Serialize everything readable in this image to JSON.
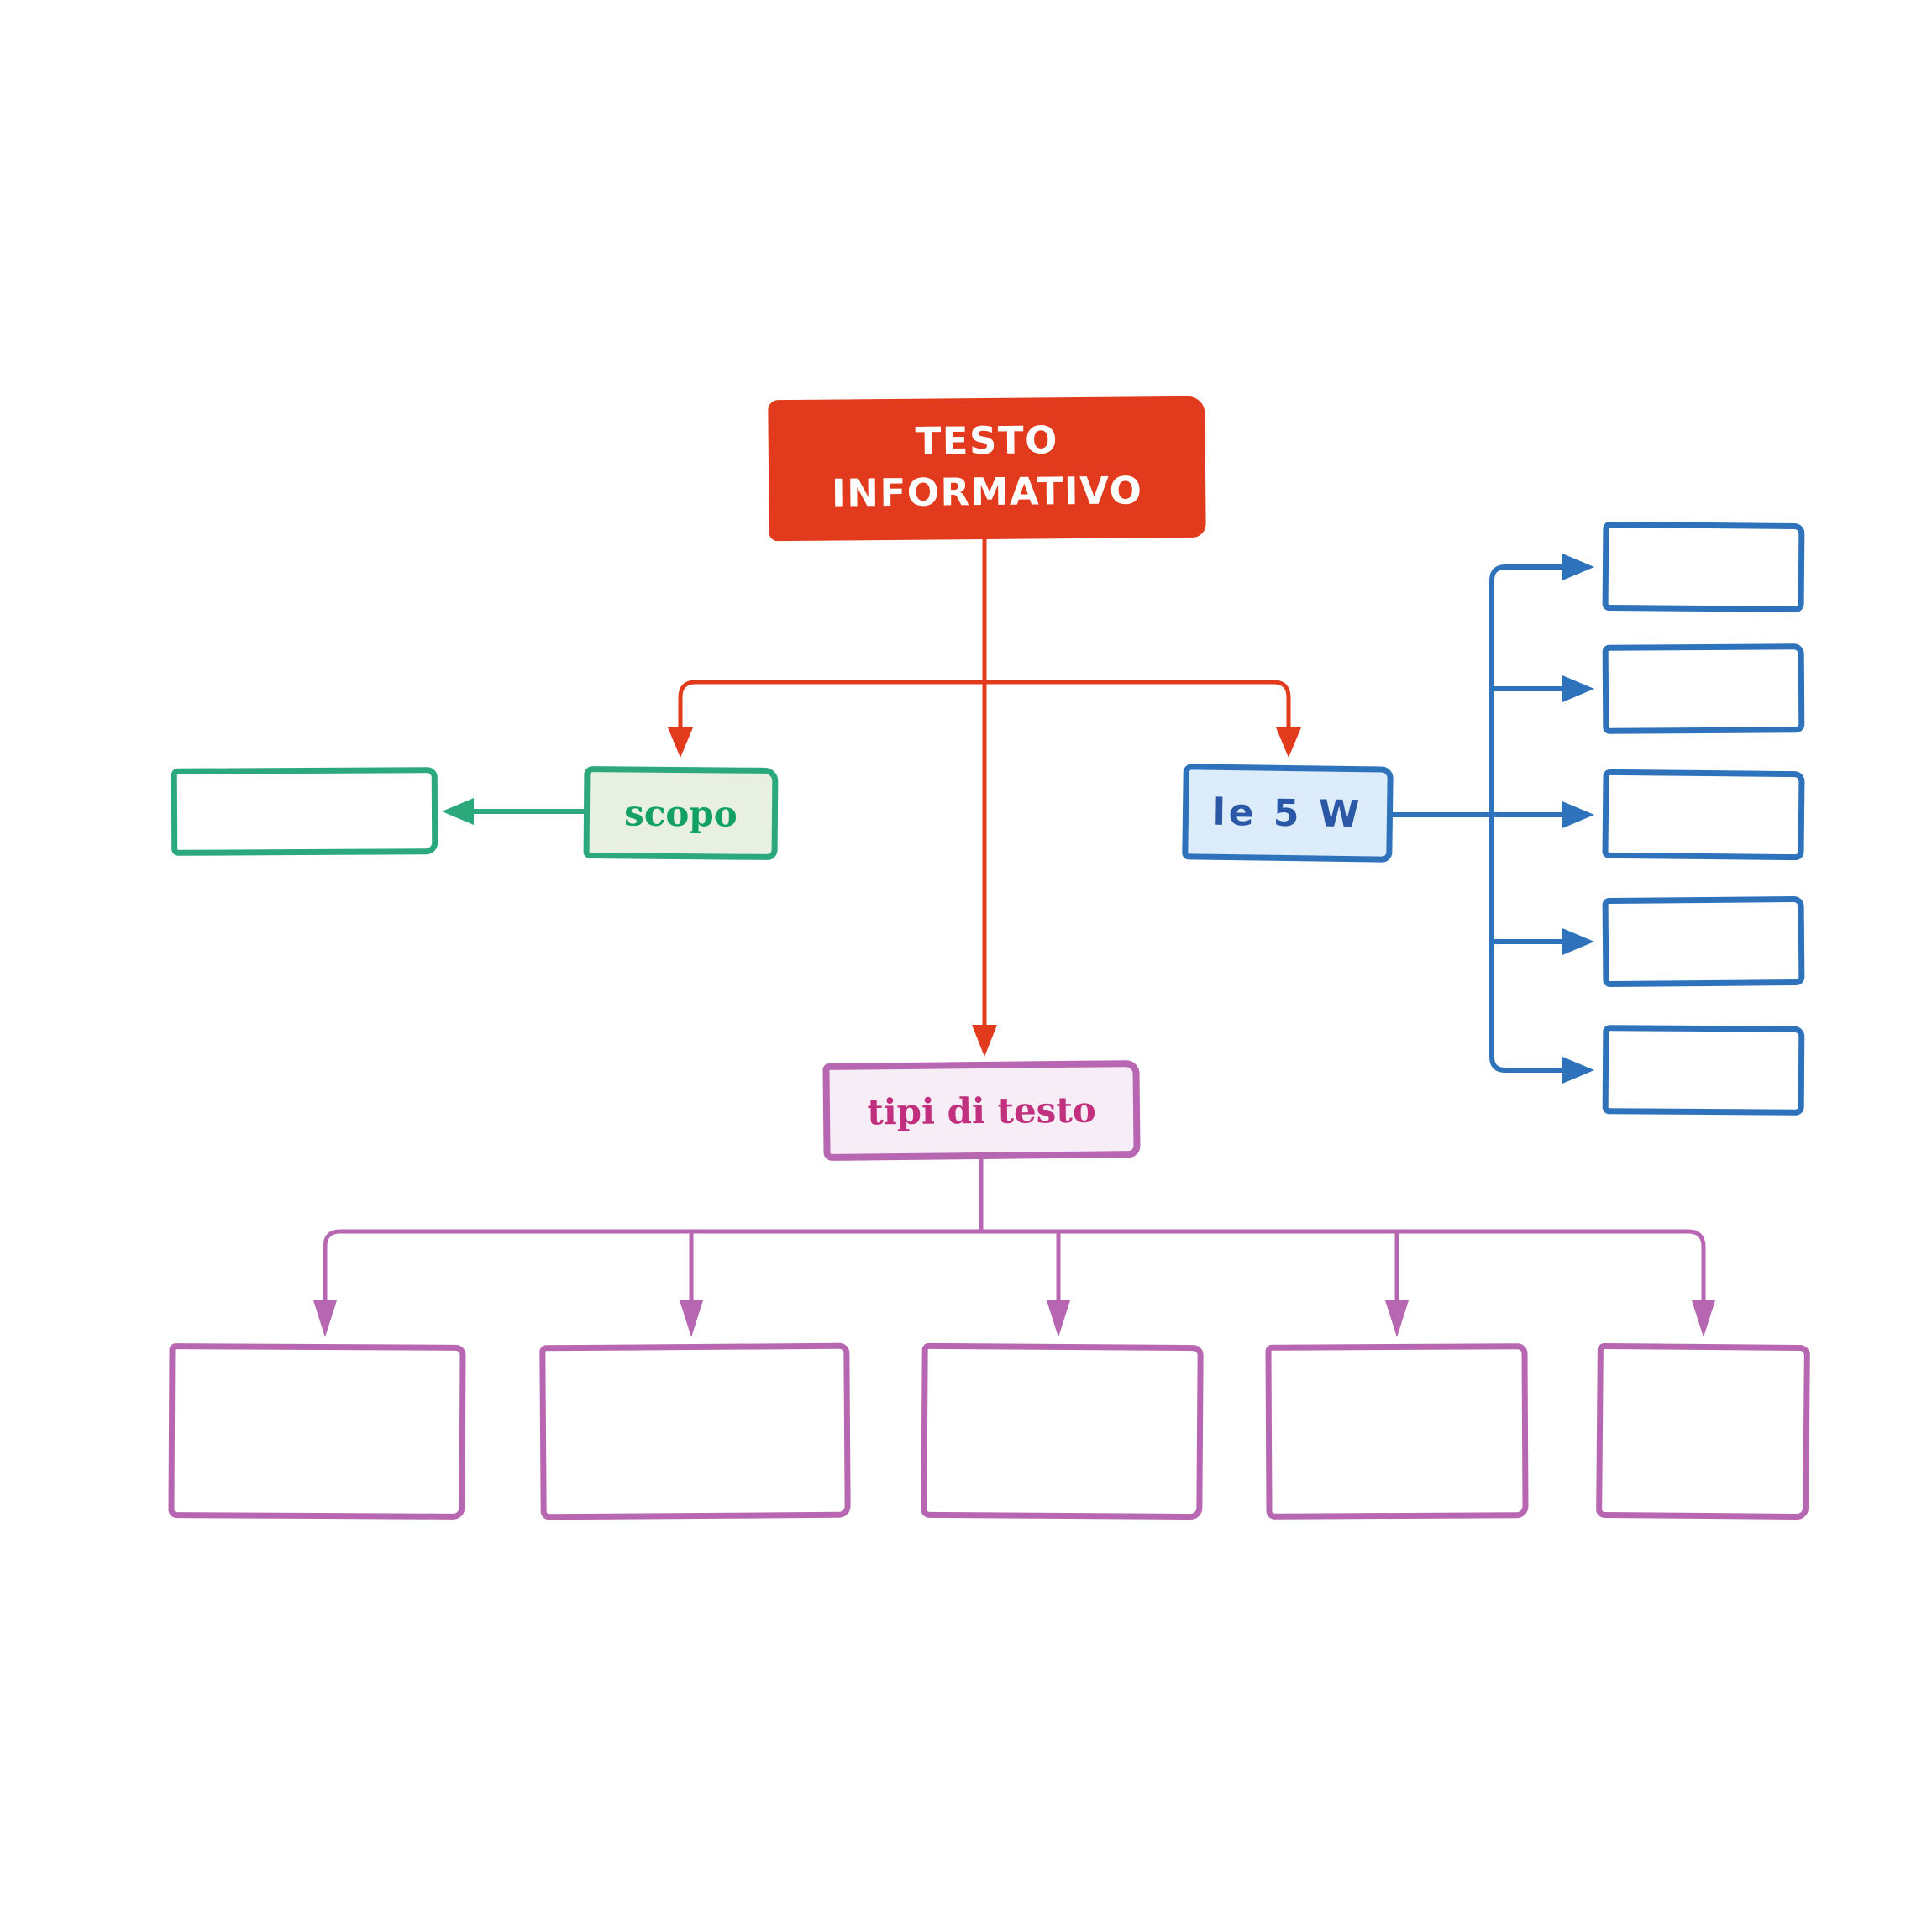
{
  "diagram": {
    "title": {
      "label": "TESTO INFORMATIVO",
      "fill_color": "#e23a1c",
      "text_color": "#ffffff"
    },
    "nodes": {
      "scopo": {
        "label": "scopo",
        "border_color": "#2ba87c",
        "fill_color": "#e8f0e1",
        "text_color": "#12a066",
        "empty_child_boxes": 1
      },
      "le5w": {
        "label": "le 5 W",
        "border_color": "#2e72bb",
        "fill_color": "#dcecfa",
        "text_color": "#2b57a7",
        "empty_child_boxes": 5
      },
      "tipi": {
        "label": "tipi di testo",
        "border_color": "#b767b2",
        "fill_color": "#f6edf6",
        "text_color": "#c0307e",
        "empty_child_boxes": 5
      }
    },
    "connectors": {
      "root_branch_color": "#e23a1c",
      "scopo_branch_color": "#2ba87c",
      "le5w_branch_color": "#2e72bb",
      "tipi_branch_color": "#b767b2"
    }
  }
}
